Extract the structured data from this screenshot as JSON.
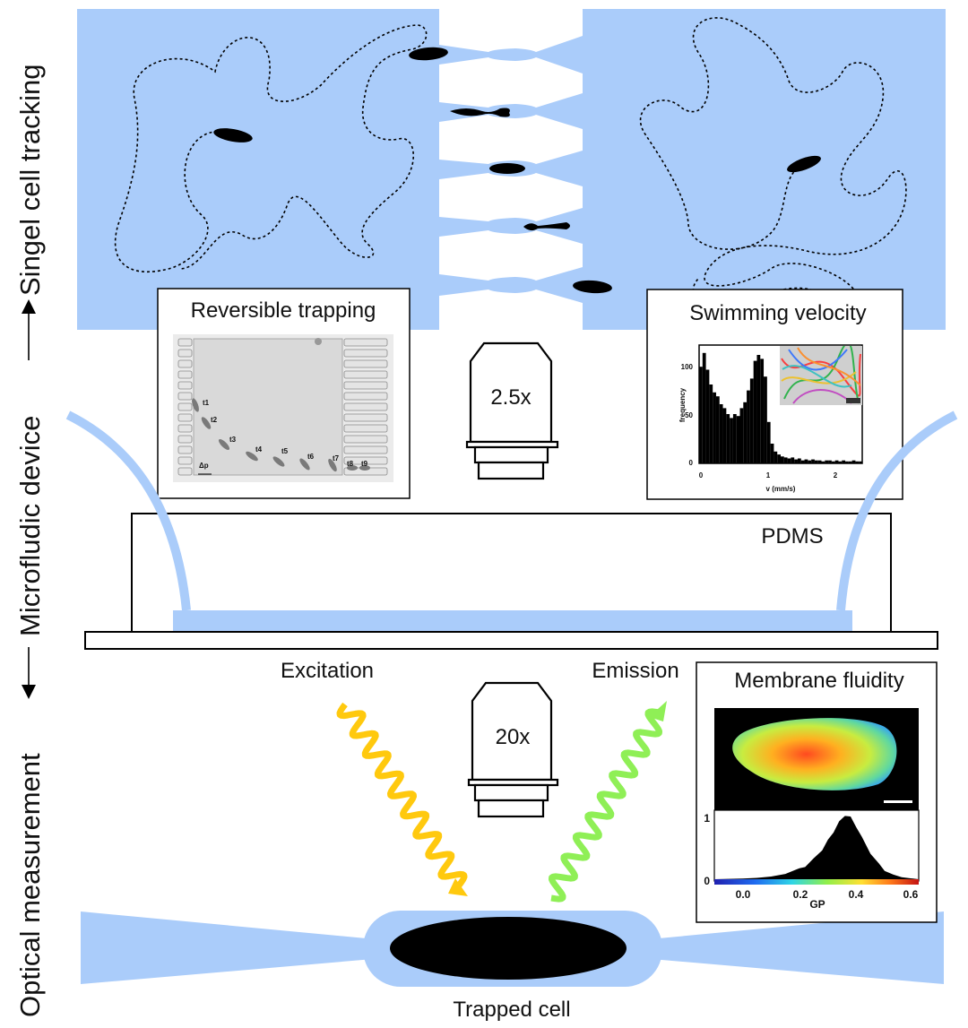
{
  "side_labels": {
    "single_cell_tracking": "Singel cell tracking",
    "microfluidic_device": "Microfludic device",
    "optical_measurement": "Optical measurement"
  },
  "panels": {
    "reversible_trapping": {
      "title": "Reversible trapping",
      "pressure_label": "Δp",
      "time_labels": [
        "t1",
        "t2",
        "t3",
        "t4",
        "t5",
        "t6",
        "t7",
        "t8",
        "t9"
      ]
    },
    "swimming_velocity": {
      "title": "Swimming velocity"
    },
    "membrane_fluidity": {
      "title": "Membrane fluidity"
    }
  },
  "objectives": {
    "low": "2.5x",
    "high": "20x"
  },
  "labels": {
    "pdms": "PDMS",
    "excitation": "Excitation",
    "emission": "Emission",
    "trapped_cell": "Trapped cell"
  },
  "colors": {
    "channel_blue": "#aaccfa",
    "excitation_yellow": "#ffc90e",
    "emission_green": "#8fef56",
    "ink": "#000000"
  },
  "chart_data": [
    {
      "type": "bar",
      "name_context": "Swimming velocity histogram",
      "title": "",
      "xlabel": "v (mm/s)",
      "ylabel": "frequency",
      "xlim": [
        0,
        2.4
      ],
      "ylim": [
        0,
        120
      ],
      "xticks": [
        "0",
        "1",
        "2"
      ],
      "yticks": [
        "0",
        "50",
        "100"
      ],
      "x": [
        0.025,
        0.075,
        0.125,
        0.175,
        0.225,
        0.275,
        0.325,
        0.375,
        0.425,
        0.475,
        0.525,
        0.575,
        0.625,
        0.675,
        0.725,
        0.775,
        0.825,
        0.875,
        0.925,
        0.975,
        1.025,
        1.075,
        1.125,
        1.175,
        1.225,
        1.275,
        1.325,
        1.375,
        1.425,
        1.475,
        1.525,
        1.575,
        1.625,
        1.675,
        1.725,
        1.775,
        1.825,
        1.875,
        1.925,
        1.975,
        2.025,
        2.075,
        2.125,
        2.175,
        2.225,
        2.275,
        2.325,
        2.375
      ],
      "values": [
        98,
        112,
        95,
        80,
        72,
        68,
        60,
        56,
        50,
        46,
        50,
        48,
        56,
        62,
        74,
        86,
        104,
        110,
        106,
        88,
        42,
        20,
        12,
        9,
        7,
        6,
        5,
        6,
        4,
        5,
        3,
        4,
        3,
        4,
        3,
        3,
        2,
        3,
        3,
        2,
        3,
        2,
        3,
        2,
        2,
        3,
        2,
        2
      ]
    },
    {
      "type": "area",
      "name_context": "GP distribution",
      "title": "",
      "xlabel": "GP",
      "ylabel": "",
      "xlim": [
        -0.1,
        0.62
      ],
      "ylim": [
        0,
        1
      ],
      "xticks": [
        "0.0",
        "0.2",
        "0.4",
        "0.6"
      ],
      "yticks": [
        "0",
        "1"
      ],
      "x": [
        -0.1,
        -0.05,
        0.0,
        0.05,
        0.1,
        0.15,
        0.2,
        0.22,
        0.25,
        0.28,
        0.3,
        0.32,
        0.34,
        0.36,
        0.38,
        0.4,
        0.42,
        0.45,
        0.48,
        0.5,
        0.53,
        0.56,
        0.6,
        0.62
      ],
      "values": [
        0.0,
        0.005,
        0.01,
        0.02,
        0.04,
        0.08,
        0.15,
        0.2,
        0.3,
        0.45,
        0.58,
        0.72,
        0.86,
        0.97,
        0.93,
        0.8,
        0.62,
        0.4,
        0.22,
        0.14,
        0.07,
        0.03,
        0.01,
        0.0
      ]
    }
  ]
}
